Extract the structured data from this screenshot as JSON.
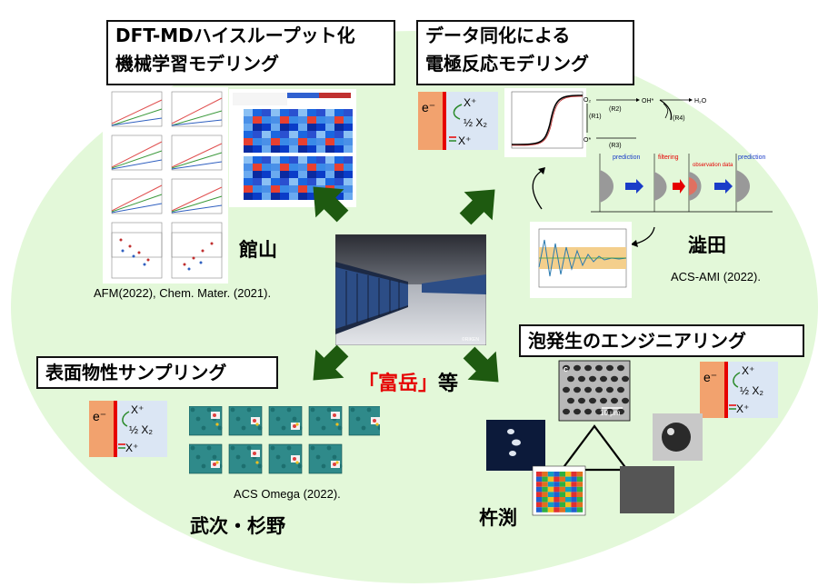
{
  "titles": {
    "dft_line1": "DFT-MDハイスループット化",
    "dft_line2": "機械学習モデリング",
    "assim_line1": "データ同化による",
    "assim_line2": "電極反応モデリング",
    "surface": "表面物性サンプリング",
    "bubble": "泡発生のエンジニアリング"
  },
  "names": {
    "tateyama": "館山",
    "shibuta": "澁田",
    "takeji_sugino": "武次・杉野",
    "kinefuchi": "杵渕"
  },
  "references": {
    "tateyama": "AFM(2022), Chem. Mater. (2021).",
    "shibuta": "ACS-AMI (2022).",
    "takeji": "ACS Omega (2022)."
  },
  "center": {
    "label_open": "「",
    "label_main": "富岳",
    "label_close": "」",
    "label_suffix": "等",
    "photo_caption": "©RIKEN"
  },
  "electrode": {
    "e_label": "e⁻",
    "x_plus": "X⁺",
    "half_x2": "½ X₂",
    "x_plus_bottom": "X⁺"
  },
  "assim_labels": {
    "r1": "(R1)",
    "r2": "(R2)",
    "r3": "(R3)",
    "r4": "(R4)",
    "o2": "O₂",
    "oh": "OH*",
    "h2o": "H₂O",
    "o_star": "O*",
    "prediction": "prediction",
    "filtering": "filtering",
    "observation": "observation data"
  },
  "bubble_labels": {
    "panel_c": "c",
    "scale": "10 μm"
  },
  "colors": {
    "background_ellipse": "#e3f8d9",
    "arrow": "#1e5a10",
    "accent_red": "#e60000",
    "electrode_orange": "#f2a26e",
    "electrolyte_blue": "#dbe6f4"
  }
}
